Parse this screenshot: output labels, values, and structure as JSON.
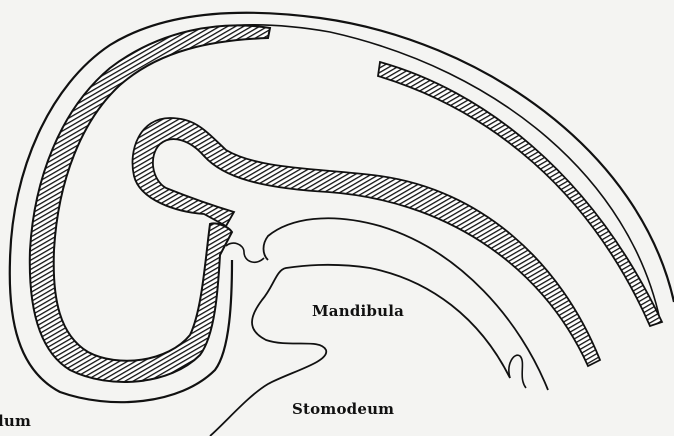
{
  "labels": {
    "mandibula": "Mandibula",
    "stomodeum": "Stomodeum",
    "cut_off_label": "lum"
  },
  "colors": {
    "ink": "#111111",
    "paper": "#f4f4f2",
    "band_fill": "#2a2a2a"
  }
}
